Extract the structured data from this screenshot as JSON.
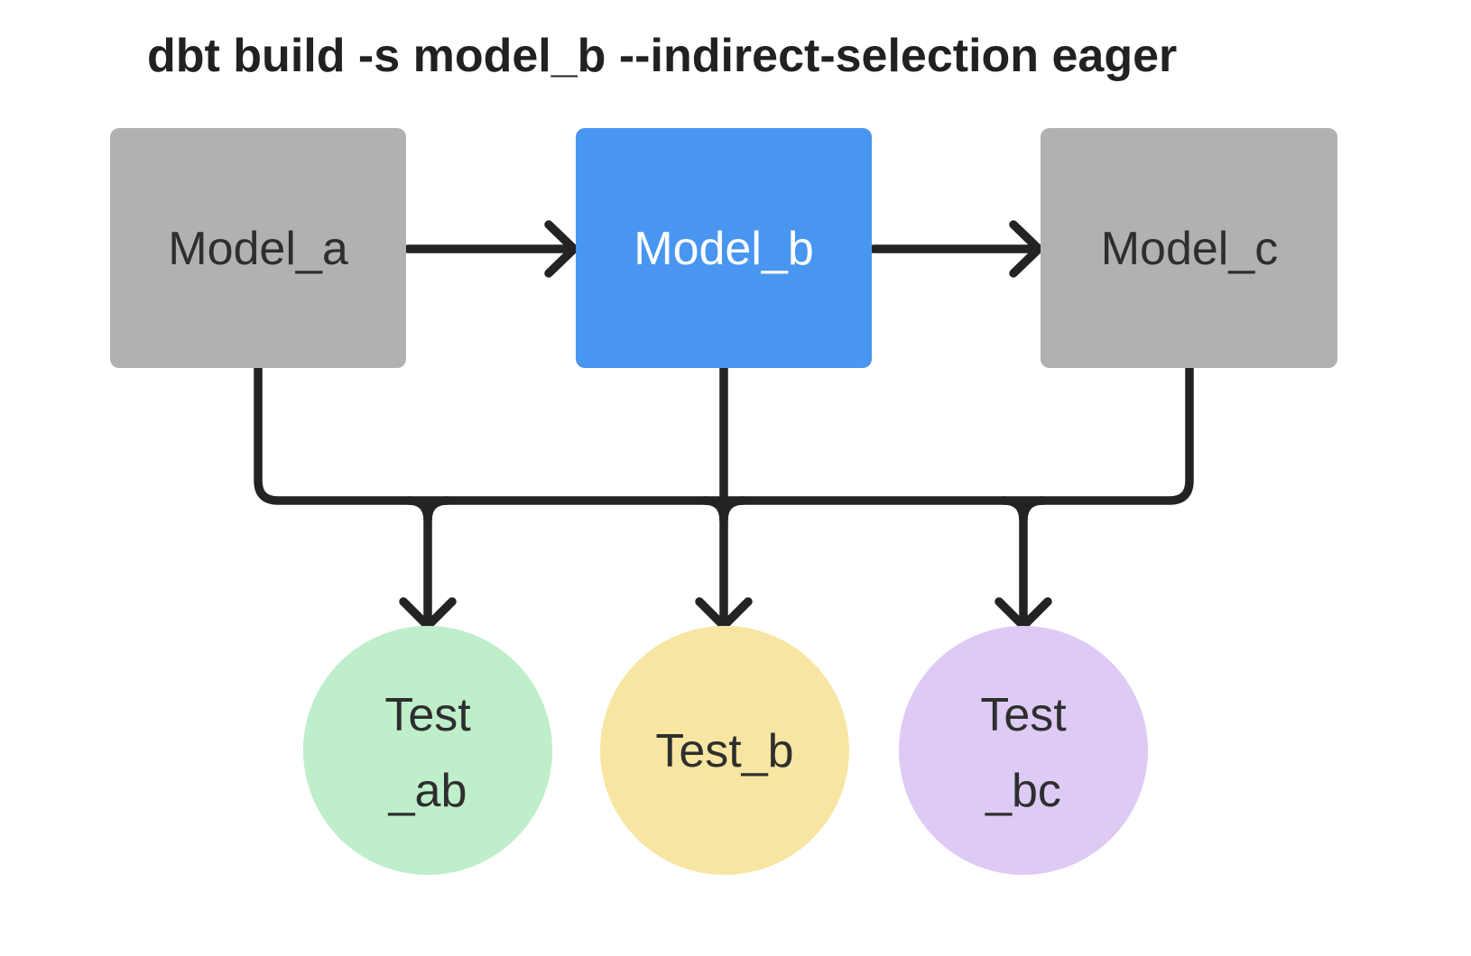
{
  "title": "dbt build -s model_b --indirect-selection eager",
  "colors": {
    "background": "#FFFFFF",
    "line": "#232323",
    "title_text": "#212121",
    "model_default_fill": "#B1B1B1",
    "model_selected_fill": "#4896F0",
    "model_default_text": "#2E2E2E",
    "model_selected_text": "#FFFFFF"
  },
  "models": [
    {
      "id": "model_a",
      "label": "Model_a",
      "fill": "#B1B1B1",
      "text_color": "#2E2E2E",
      "selected": false
    },
    {
      "id": "model_b",
      "label": "Model_b",
      "fill": "#4896F0",
      "text_color": "#FFFFFF",
      "selected": true
    },
    {
      "id": "model_c",
      "label": "Model_c",
      "fill": "#B1B1B1",
      "text_color": "#2E2E2E",
      "selected": false
    }
  ],
  "tests": [
    {
      "id": "test_ab",
      "line1": "Test",
      "line2": "_ab",
      "fill": "#BFEECA",
      "text_color": "#2E2E2E"
    },
    {
      "id": "test_b",
      "line1": "Test_b",
      "line2": "",
      "fill": "#F7E5A2",
      "text_color": "#2E2E2E"
    },
    {
      "id": "test_bc",
      "line1": "Test",
      "line2": "_bc",
      "fill": "#DDCBF5",
      "text_color": "#2E2E2E"
    }
  ],
  "edges": [
    {
      "from": "model_a",
      "to": "model_b",
      "style": "arrow"
    },
    {
      "from": "model_b",
      "to": "model_c",
      "style": "arrow"
    },
    {
      "from": "model_a",
      "to": "test_bus",
      "style": "connector"
    },
    {
      "from": "model_b",
      "to": "test_bus",
      "style": "connector"
    },
    {
      "from": "model_c",
      "to": "test_bus",
      "style": "connector"
    },
    {
      "from": "test_bus",
      "to": "test_ab",
      "style": "arrow"
    },
    {
      "from": "test_bus",
      "to": "test_b",
      "style": "arrow"
    },
    {
      "from": "test_bus",
      "to": "test_bc",
      "style": "arrow"
    }
  ]
}
